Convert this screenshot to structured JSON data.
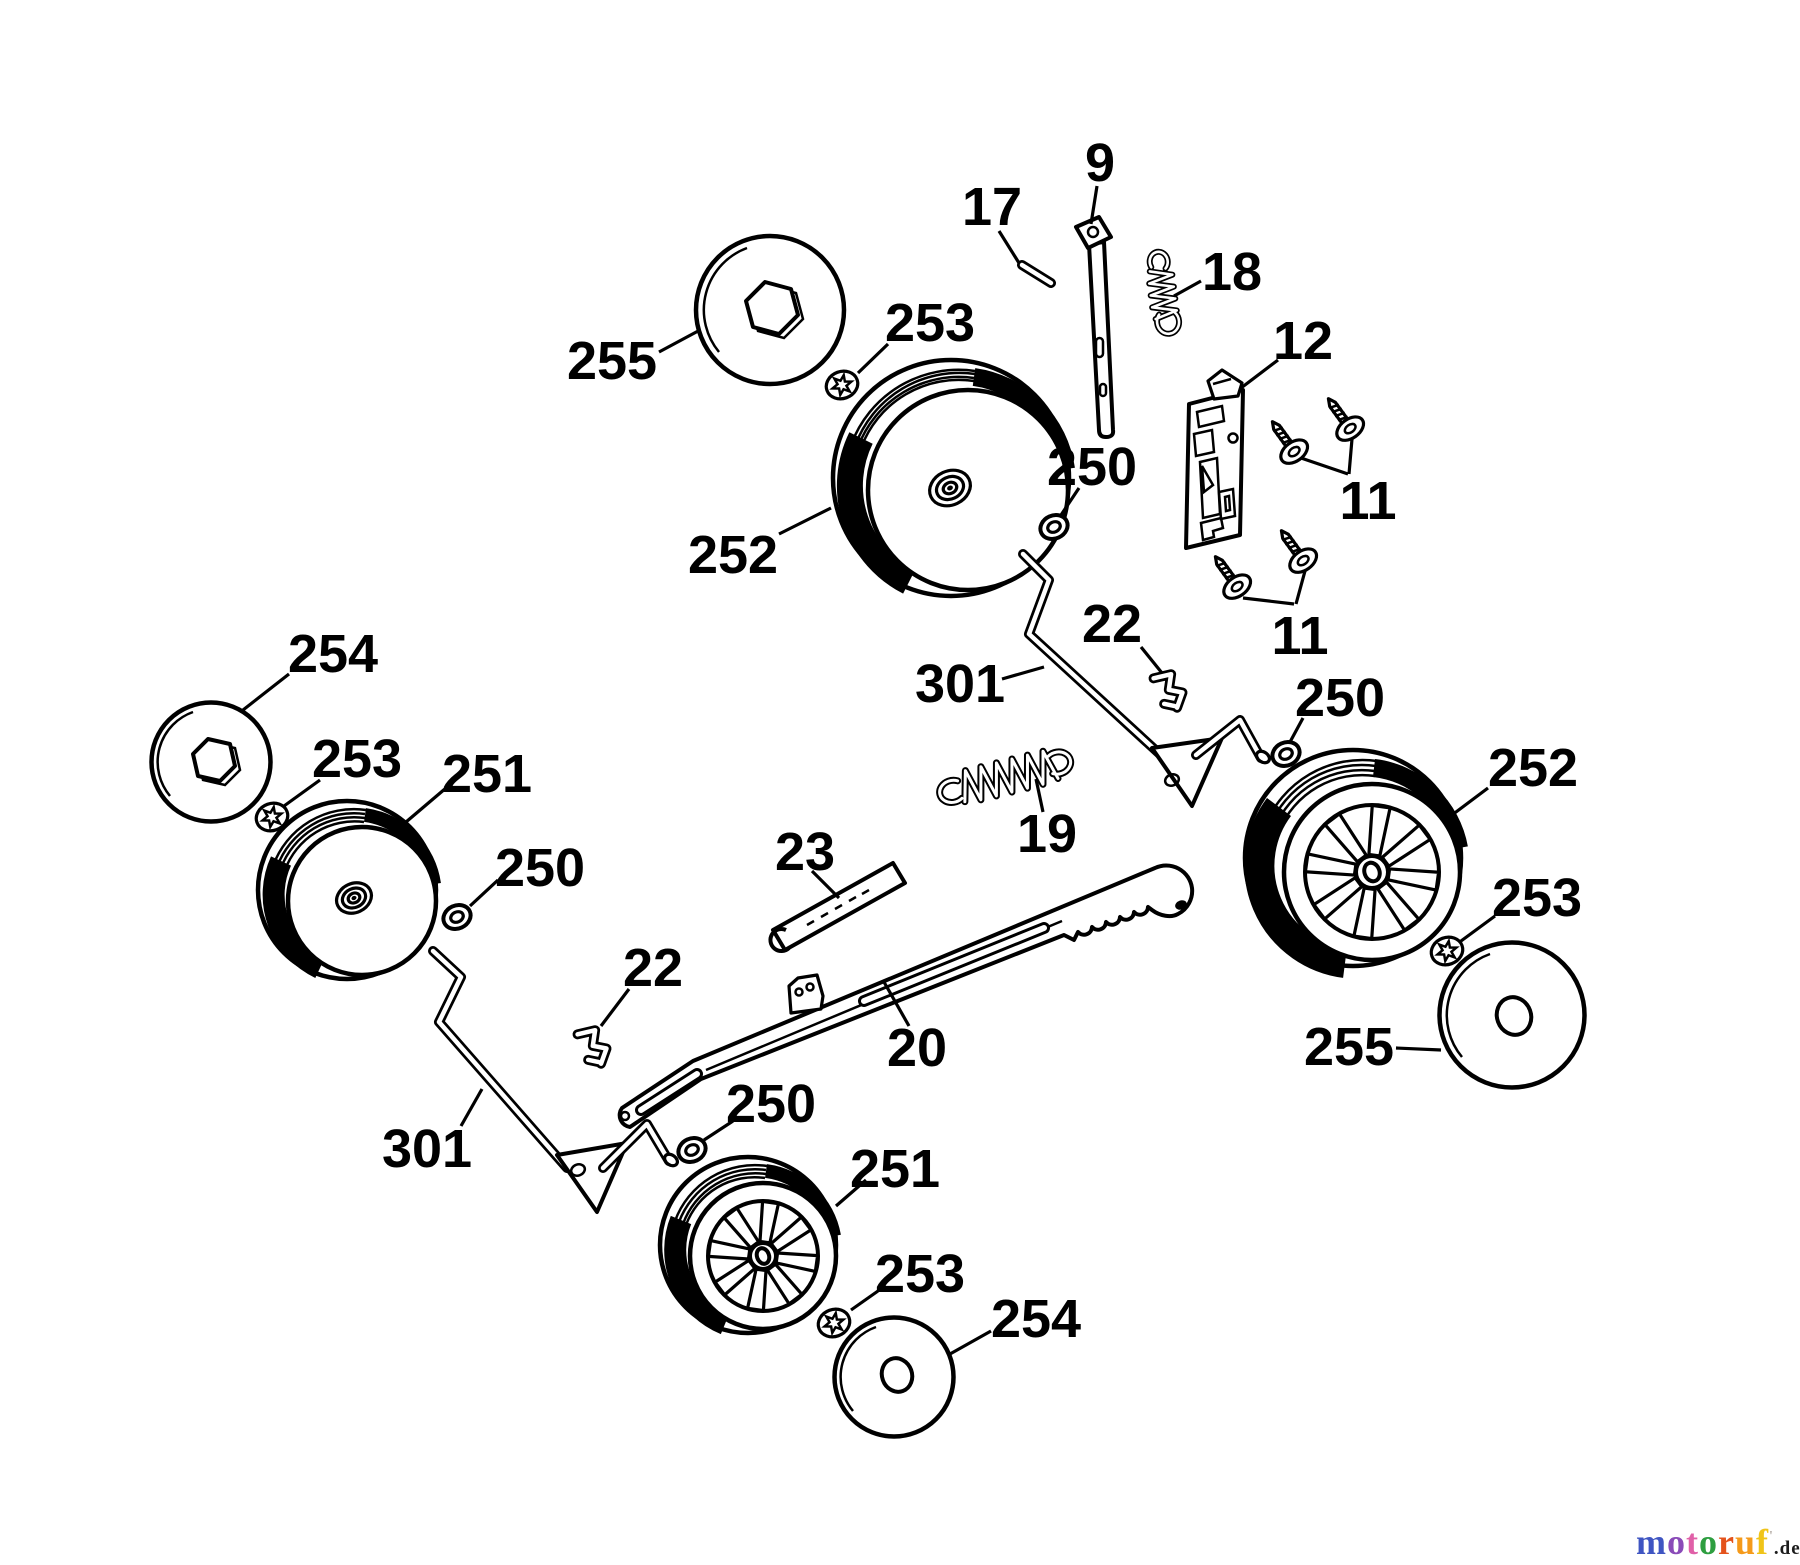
{
  "page": {
    "background_color": "#ffffff"
  },
  "callouts": [
    {
      "id": "9",
      "text": "9"
    },
    {
      "id": "17",
      "text": "17"
    },
    {
      "id": "18",
      "text": "18"
    },
    {
      "id": "12",
      "text": "12"
    },
    {
      "id": "11-upper",
      "text": "11"
    },
    {
      "id": "11-lower",
      "text": "11"
    },
    {
      "id": "255-upper",
      "text": "255"
    },
    {
      "id": "253-upper",
      "text": "253"
    },
    {
      "id": "252-upper",
      "text": "252"
    },
    {
      "id": "250-upper",
      "text": "250"
    },
    {
      "id": "254-left",
      "text": "254"
    },
    {
      "id": "253-left",
      "text": "253"
    },
    {
      "id": "251-left",
      "text": "251"
    },
    {
      "id": "250-left",
      "text": "250"
    },
    {
      "id": "301-left",
      "text": "301"
    },
    {
      "id": "22-left",
      "text": "22"
    },
    {
      "id": "250-center",
      "text": "250"
    },
    {
      "id": "251-bottom",
      "text": "251"
    },
    {
      "id": "253-bottom",
      "text": "253"
    },
    {
      "id": "254-bottom",
      "text": "254"
    },
    {
      "id": "301-right",
      "text": "301"
    },
    {
      "id": "22-right",
      "text": "22"
    },
    {
      "id": "19",
      "text": "19"
    },
    {
      "id": "23",
      "text": "23"
    },
    {
      "id": "20",
      "text": "20"
    },
    {
      "id": "250-right",
      "text": "250"
    },
    {
      "id": "252-right",
      "text": "252"
    },
    {
      "id": "253-right",
      "text": "253"
    },
    {
      "id": "255-right",
      "text": "255"
    }
  ],
  "logo": {
    "word_letters": [
      {
        "char": "m",
        "color": "#3f55c2"
      },
      {
        "char": "o",
        "color": "#8a4bb8"
      },
      {
        "char": "t",
        "color": "#e060a8"
      },
      {
        "char": "o",
        "color": "#2e9e40"
      },
      {
        "char": "r",
        "color": "#e4531c"
      },
      {
        "char": "u",
        "color": "#f59a1a"
      },
      {
        "char": "f",
        "color": "#f0c419"
      }
    ],
    "mark": "'",
    "mark_color": "#b5ada6",
    "suffix": ".de",
    "suffix_color": "#1c1c1c"
  }
}
